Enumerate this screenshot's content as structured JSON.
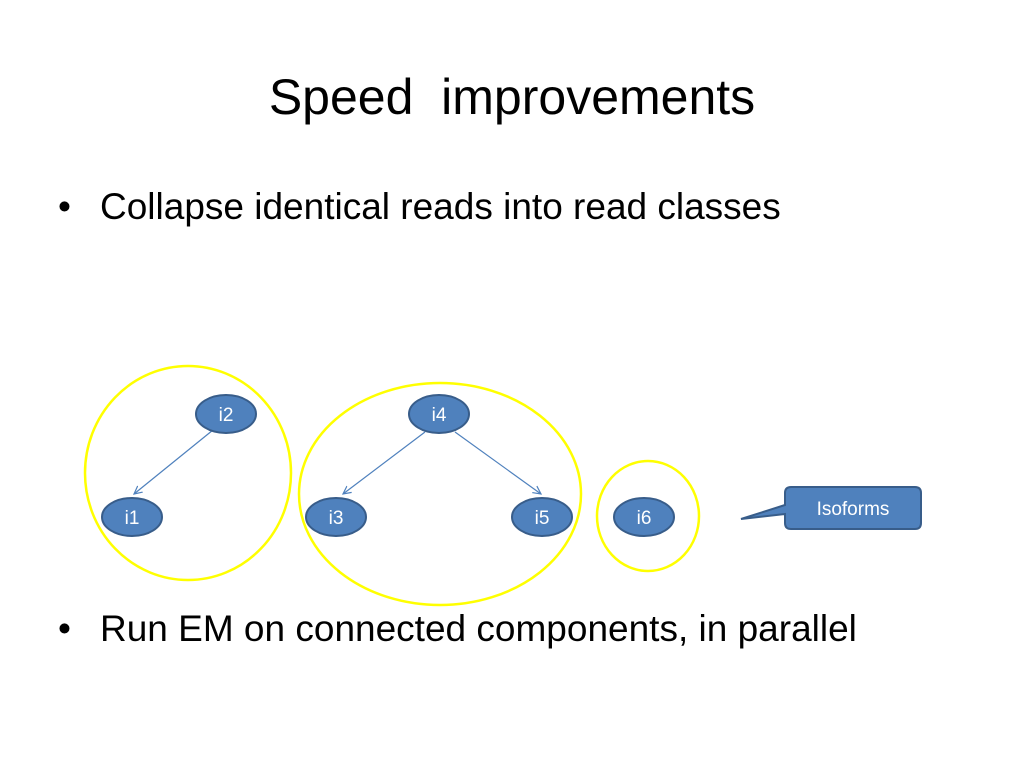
{
  "slide": {
    "title": "Speed  improvements",
    "bullets": [
      "Collapse identical reads into read classes",
      "Run EM on connected components, in parallel"
    ],
    "bullet_symbol": "•"
  },
  "diagram": {
    "nodes": [
      {
        "id": "i1",
        "label": "i1"
      },
      {
        "id": "i2",
        "label": "i2"
      },
      {
        "id": "i3",
        "label": "i3"
      },
      {
        "id": "i4",
        "label": "i4"
      },
      {
        "id": "i5",
        "label": "i5"
      },
      {
        "id": "i6",
        "label": "i6"
      }
    ],
    "edges": [
      {
        "from": "i2",
        "to": "i1"
      },
      {
        "from": "i4",
        "to": "i3"
      },
      {
        "from": "i4",
        "to": "i5"
      }
    ],
    "components": [
      [
        "i1",
        "i2"
      ],
      [
        "i3",
        "i4",
        "i5"
      ],
      [
        "i6"
      ]
    ],
    "callout": {
      "label": "Isoforms"
    },
    "colors": {
      "node_fill": "#4f81bd",
      "node_stroke": "#385d8a",
      "edge": "#4f81bd",
      "component_outline": "#ffff00"
    }
  }
}
